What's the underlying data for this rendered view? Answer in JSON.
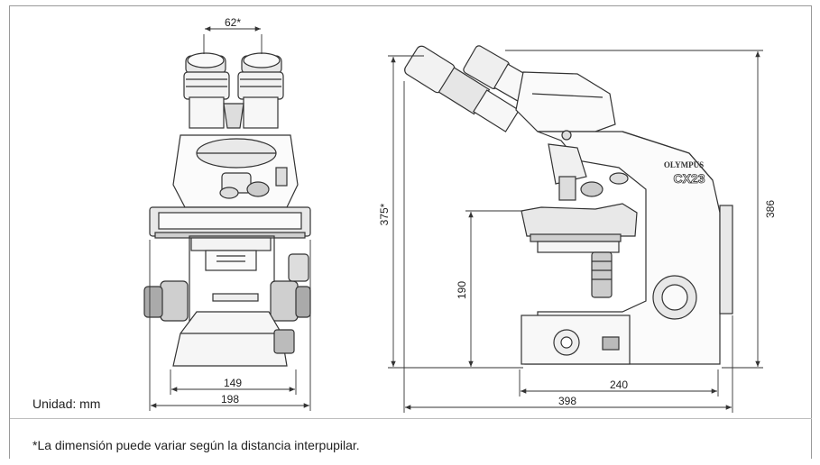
{
  "unit_label": "Unidad: mm",
  "footnote": "*La dimensión puede variar según la distancia interpupilar.",
  "brand": "OLYMPUS",
  "model": "CX23",
  "dimensions": {
    "eyepiece_spacing": "62*",
    "front_inner_width": "149",
    "front_outer_width": "198",
    "side_total_height": "375*",
    "stage_height": "190",
    "body_height": "386",
    "base_depth": "240",
    "total_depth": "398"
  }
}
